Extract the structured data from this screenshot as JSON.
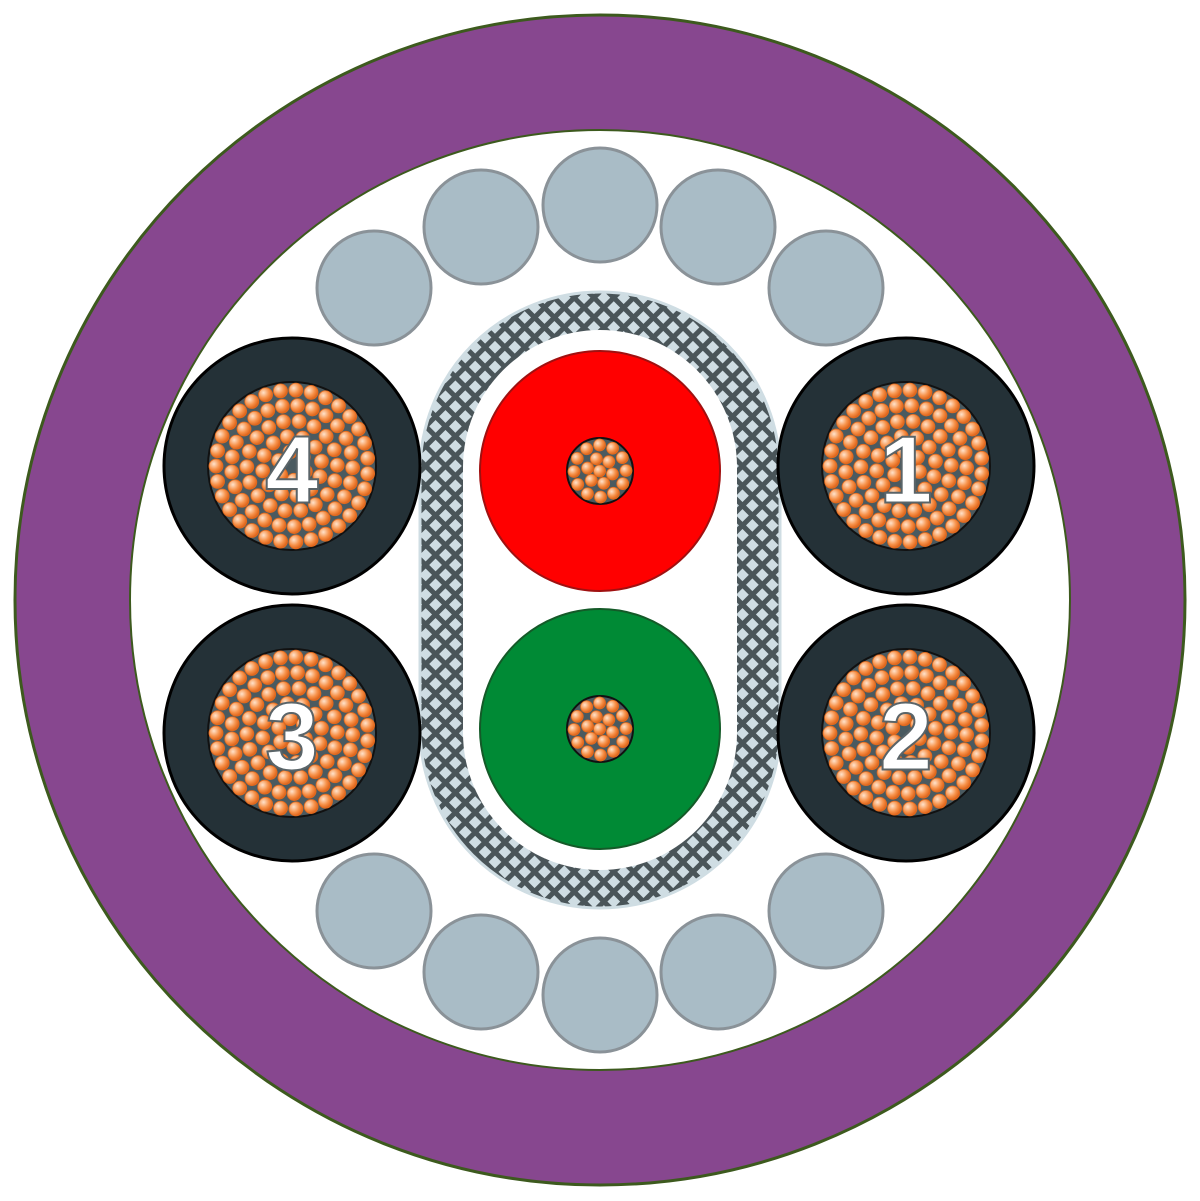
{
  "diagram": {
    "type": "cable-cross-section",
    "conductor_labels": [
      "1",
      "2",
      "3",
      "4"
    ],
    "colors": {
      "sheath": "#87478f",
      "sheath_outline": "#3d5a1e",
      "filler": "#a9bcc6",
      "filler_outline": "#8a9298",
      "power_core_insulation": "#243137",
      "strand": "#f7924a",
      "strand_bed": "#4a5a60",
      "braid_dark": "#4a5559",
      "braid_light": "#cfdde3",
      "signal_core_1": "#ff0000",
      "signal_core_2": "#008a35"
    }
  }
}
